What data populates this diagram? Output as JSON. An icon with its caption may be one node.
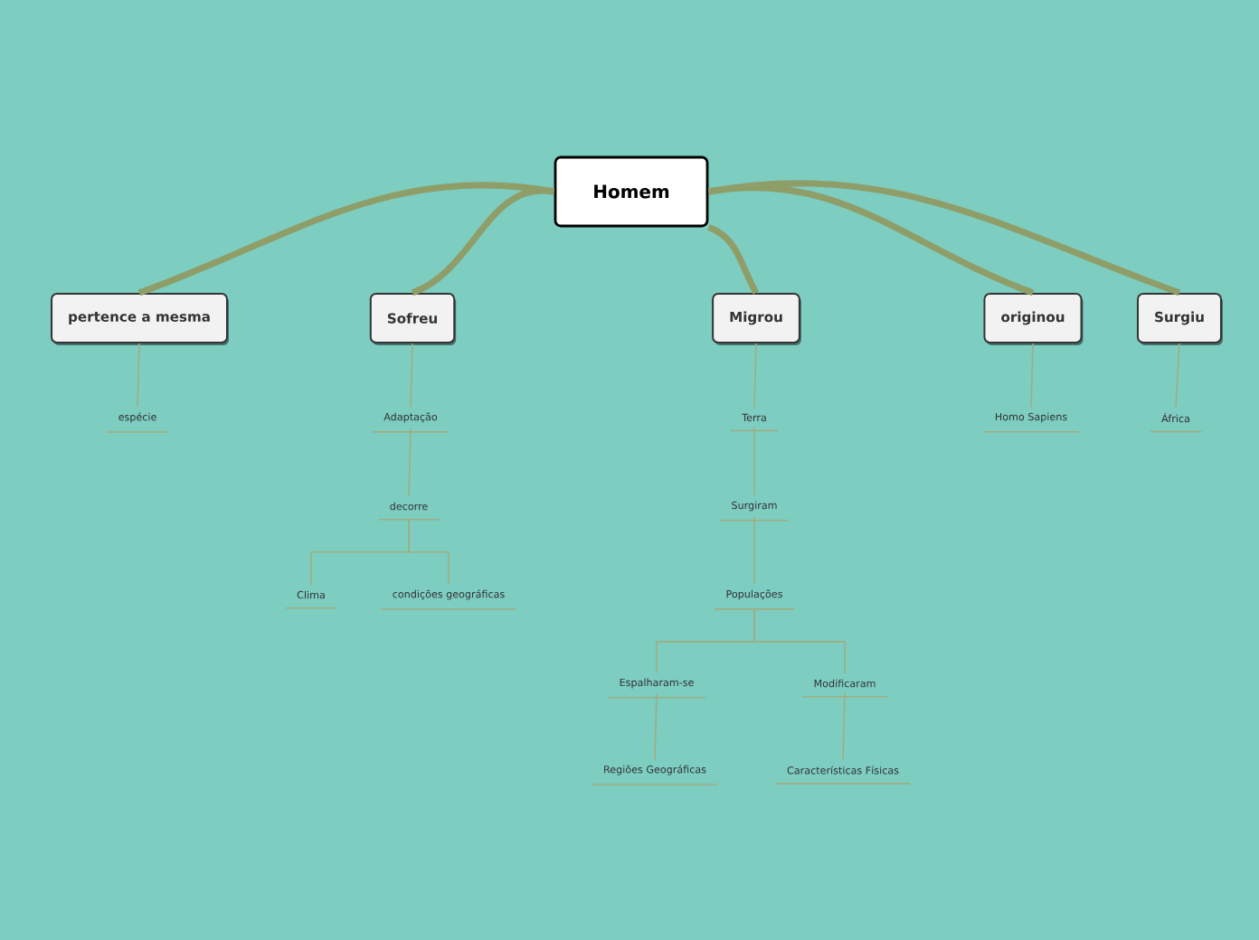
{
  "diagram": {
    "nodes": [
      {
        "text": [
          "Homem"
        ]
      },
      {
        "text": [
          "pertence a mesma"
        ]
      },
      {
        "text": [
          "Sofreu"
        ]
      },
      {
        "text": [
          "Migrou"
        ]
      },
      {
        "text": [
          "originou"
        ]
      },
      {
        "text": [
          "Surgiu"
        ]
      },
      {
        "text": [
          "espécie"
        ]
      },
      {
        "text": [
          "Adaptação"
        ]
      },
      {
        "text": [
          "decorre"
        ]
      },
      {
        "text": [
          "Clima"
        ]
      },
      {
        "text": [
          "condições geográficas"
        ]
      },
      {
        "text": [
          "Terra"
        ]
      },
      {
        "text": [
          "Surgiram"
        ]
      },
      {
        "text": [
          "Populações"
        ]
      },
      {
        "text": [
          "Espalharam-se"
        ]
      },
      {
        "text": [
          "Modificaram"
        ]
      },
      {
        "text": [
          "Regiões Geográficas"
        ]
      },
      {
        "text": [
          "Características Físicas"
        ]
      },
      {
        "text": [
          "Homo Sapiens"
        ]
      },
      {
        "text": [
          "África"
        ]
      }
    ],
    "edges": [
      {
        "from": 0,
        "to": 1,
        "arrow": "none",
        "style": "thick"
      },
      {
        "from": 0,
        "to": 2,
        "arrow": "none",
        "style": "thick"
      },
      {
        "from": 0,
        "to": 3,
        "arrow": "none",
        "style": "thick"
      },
      {
        "from": 0,
        "to": 4,
        "arrow": "none",
        "style": "thick"
      },
      {
        "from": 0,
        "to": 5,
        "arrow": "none",
        "style": "thick"
      },
      {
        "from": 1,
        "to": 6,
        "arrow": "none"
      },
      {
        "from": 2,
        "to": 7,
        "arrow": "none"
      },
      {
        "from": 7,
        "to": 8,
        "arrow": "none"
      },
      {
        "from": 8,
        "to": 9,
        "arrow": "none"
      },
      {
        "from": 8,
        "to": 10,
        "arrow": "none"
      },
      {
        "from": 3,
        "to": 11,
        "arrow": "none"
      },
      {
        "from": 11,
        "to": 12,
        "arrow": "none"
      },
      {
        "from": 12,
        "to": 13,
        "arrow": "none"
      },
      {
        "from": 13,
        "to": 14,
        "arrow": "none"
      },
      {
        "from": 13,
        "to": 15,
        "arrow": "none"
      },
      {
        "from": 14,
        "to": 16,
        "arrow": "none"
      },
      {
        "from": 15,
        "to": 17,
        "arrow": "none"
      },
      {
        "from": 4,
        "to": 18,
        "arrow": "none"
      },
      {
        "from": 5,
        "to": 19,
        "arrow": "none"
      }
    ]
  }
}
